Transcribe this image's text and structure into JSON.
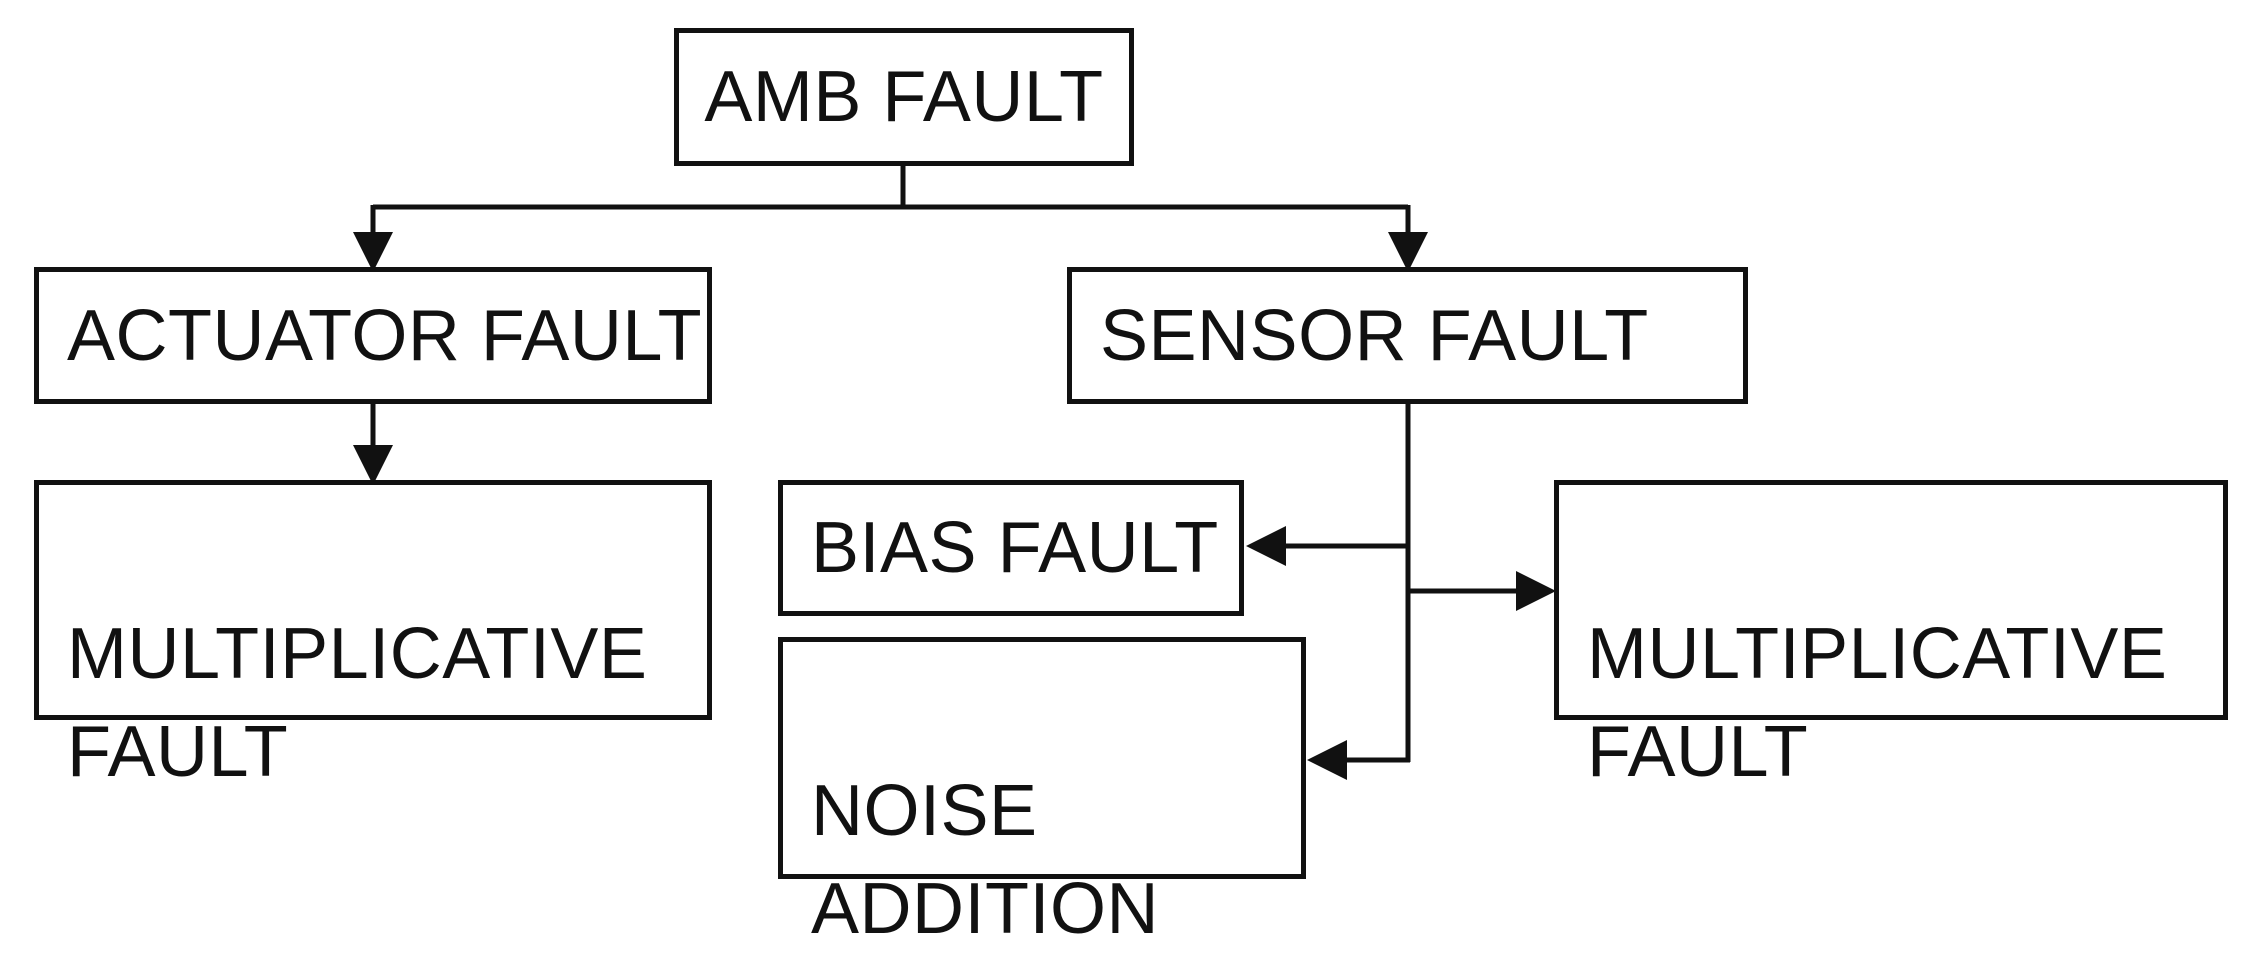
{
  "diagram": {
    "root": {
      "label": "AMB FAULT"
    },
    "actuator": {
      "label": "ACTUATOR FAULT",
      "children": {
        "multiplicative": {
          "label": "MULTIPLICATIVE\nFAULT"
        }
      }
    },
    "sensor": {
      "label": "SENSOR FAULT",
      "children": {
        "bias": {
          "label": "BIAS FAULT"
        },
        "noise": {
          "label": "NOISE\nADDITION"
        },
        "multiplicative": {
          "label": "MULTIPLICATIVE\nFAULT"
        }
      }
    }
  },
  "colors": {
    "stroke": "#111111",
    "background": "#ffffff",
    "text": "#111111"
  }
}
